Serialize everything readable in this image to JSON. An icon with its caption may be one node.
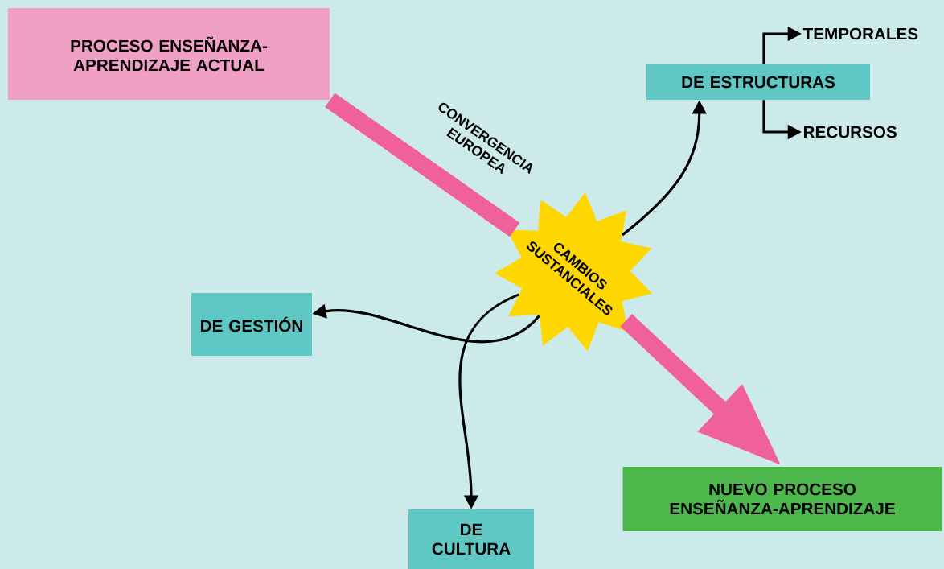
{
  "diagram": {
    "nodes": [
      {
        "text": [
          "PROCESO ENSEÑANZA-APRENDIZAJE ACTUAL"
        ]
      },
      {
        "text": [
          "CAMBIOS SUSTANCIALES"
        ]
      },
      {
        "text": [
          "DE ESTRUCTURAS"
        ]
      },
      {
        "text": [
          "TEMPORALES"
        ]
      },
      {
        "text": [
          "RECURSOS"
        ]
      },
      {
        "text": [
          "DE GESTIÓN"
        ]
      },
      {
        "text": [
          "DE CULTURA"
        ]
      },
      {
        "text": [
          "NUEVO PROCESO ENSEÑANZA-APRENDIZAJE"
        ]
      }
    ],
    "edges": [
      {
        "from": 0,
        "to": 1,
        "arrow": "none",
        "label": "CONVERGENCIA EUROPEA",
        "style": "thick",
        "color": "#f0609a"
      },
      {
        "from": 1,
        "to": 7,
        "arrow": "to",
        "style": "thick",
        "color": "#f0609a"
      },
      {
        "from": 1,
        "to": 2,
        "arrow": "to",
        "color": "#000000"
      },
      {
        "from": 2,
        "to": 3,
        "arrow": "to",
        "color": "#000000"
      },
      {
        "from": 2,
        "to": 4,
        "arrow": "to",
        "color": "#000000"
      },
      {
        "from": 1,
        "to": 5,
        "arrow": "to",
        "color": "#000000"
      },
      {
        "from": 1,
        "to": 6,
        "arrow": "to",
        "color": "#000000"
      }
    ]
  }
}
